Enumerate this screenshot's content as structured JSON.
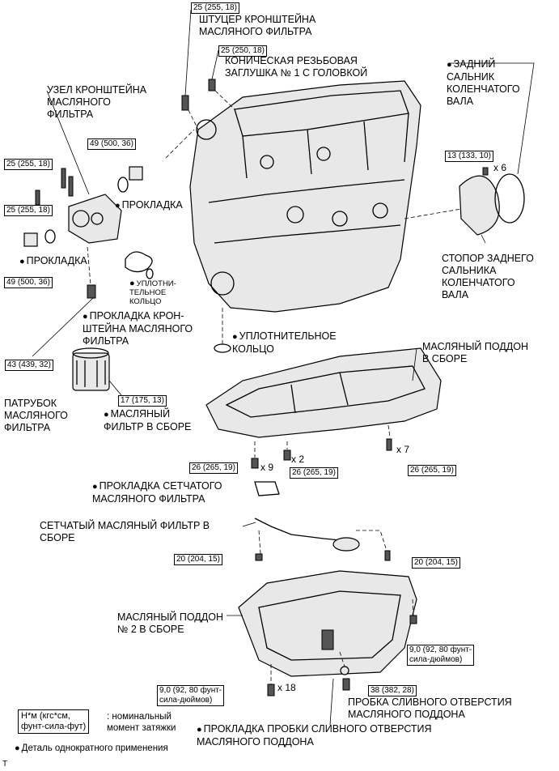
{
  "labels": {
    "filter_union": "ШТУЦЕР КРОНШТЕЙНА\nМАСЛЯНОГО ФИЛЬТРА",
    "taper_plug": "КОНИЧЕСКАЯ РЕЗЬБОВАЯ\nЗАГЛУШКА № 1 С ГОЛОВКОЙ",
    "rear_seal": "ЗАДНИЙ\nСАЛЬНИК\nКОЛЕНЧАТОГО\nВАЛА",
    "bracket_assy": "УЗЕЛ КРОНШТЕЙНА\nМАСЛЯНОГО\nФИЛЬТРА",
    "gasket_top": "ПРОКЛАДКА",
    "gasket_left": "ПРОКЛАДКА",
    "o_ring_small": "УПЛОТНИ-\nТЕЛЬНОЕ\nКОЛЬЦО",
    "bracket_gasket": "ПРОКЛАДКА КРОН-\nШТЕЙНА МАСЛЯНОГО\nФИЛЬТРА",
    "seal_retainer": "СТОПОР ЗАДНЕГО\nСАЛЬНИКА\nКОЛЕНЧАТОГО\nВАЛА",
    "o_ring": "УПЛОТНИТЕЛЬНОЕ\nКОЛЬЦО",
    "oil_pan": "МАСЛЯНЫЙ ПОДДОН\nВ СБОРЕ",
    "filter_pipe": "ПАТРУБОК\nМАСЛЯНОГО\nФИЛЬТРА",
    "oil_filter": "МАСЛЯНЫЙ\nФИЛЬТР В СБОРЕ",
    "strainer_gasket": "ПРОКЛАДКА СЕТЧАТОГО\nМАСЛЯНОГО ФИЛЬТРА",
    "strainer": "СЕТЧАТЫЙ МАСЛЯНЫЙ ФИЛЬТР В\nСБОРЕ",
    "oil_pan_2": "МАСЛЯНЫЙ ПОДДОН\n№ 2 В СБОРЕ",
    "drain_plug": "ПРОБКА СЛИВНОГО ОТВЕРСТИЯ\nМАСЛЯНОГО ПОДДОНА",
    "drain_gasket": "ПРОКЛАДКА ПРОБКИ СЛИВНОГО ОТВЕРСТИЯ\nМАСЛЯНОГО ПОДДОНА"
  },
  "torques": {
    "t_union": "25 (255, 18)",
    "t_plug": "25 (250, 18)",
    "t_49_top": "49 (500, 36)",
    "t_25_a": "25 (255, 18)",
    "t_25_b": "25 (255, 18)",
    "t_13": "13 (133, 10)",
    "t_49_left": "49 (500, 36)",
    "t_43": "43 (439, 32)",
    "t_17": "17 (175, 13)",
    "t_26_a": "26 (265, 19)",
    "t_26_b": "26 (265, 19)",
    "t_26_c": "26 (265, 19)",
    "t_20_a": "20 (204, 15)",
    "t_20_b": "20 (204, 15)",
    "t_9_right": "9,0 (92, 80 фунт-\nсила-дюймов)",
    "t_9_left": "9,0 (92, 80 фунт-\nсила-дюймов)",
    "t_38": "38 (382, 28)"
  },
  "counts": {
    "x6": "x 6",
    "x9": "x 9",
    "x2": "x 2",
    "x7": "x 7",
    "x18": "x 18"
  },
  "legend": {
    "unit_box": "Н*м (кгс*см,\nфунт-сила-фут)",
    "unit_text": ": номинальный\nмомент затяжки",
    "single_use": "Деталь однократного применения"
  },
  "footer_mark": "T"
}
